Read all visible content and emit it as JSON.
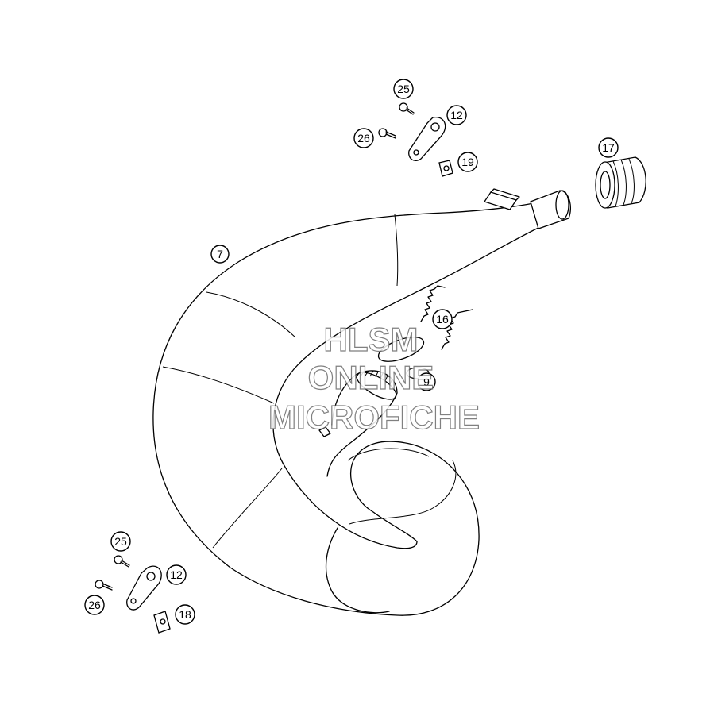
{
  "callouts": {
    "c7": "7",
    "c9": "9",
    "c12_top": "12",
    "c12_bottom": "12",
    "c16": "16",
    "c17": "17",
    "c18": "18",
    "c19": "19",
    "c25_top": "25",
    "c25_bottom": "25",
    "c26_top": "26",
    "c26_bottom": "26"
  },
  "watermark": {
    "line1": "HLSM",
    "line2": "ONLINE",
    "line3": "MICROFICHE"
  }
}
